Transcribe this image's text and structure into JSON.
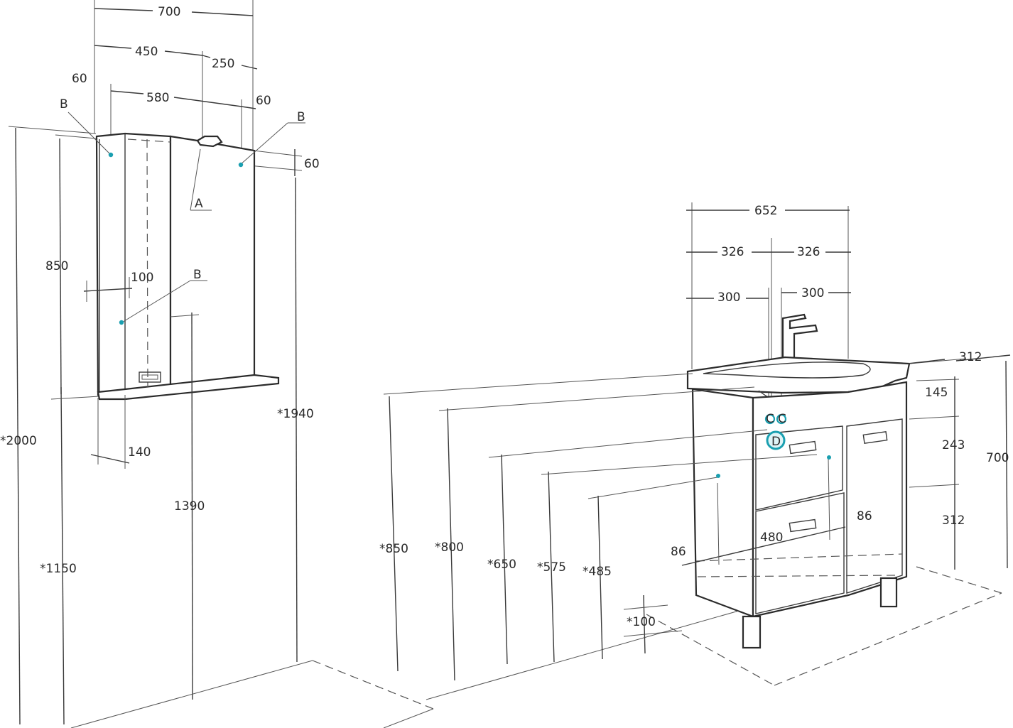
{
  "mirror_cabinet": {
    "dims": {
      "width_total": "700",
      "width_left": "450",
      "width_right": "250",
      "offset_left": "60",
      "offset_right": "60",
      "inner_width": "580",
      "top_offset": "60",
      "height": "850",
      "depth": "100",
      "shelf_depth": "140",
      "mount_height": "*1940",
      "ceiling_height": "*2000",
      "bottom_height": "*1150",
      "socket_height": "1390"
    },
    "callouts": {
      "a": "A",
      "b1": "B",
      "b2": "B",
      "b3": "B"
    }
  },
  "vanity": {
    "dims": {
      "width": "652",
      "half_left": "326",
      "half_right": "326",
      "tap_left": "300",
      "tap_right": "300",
      "depth": "312",
      "bowl": "145",
      "drawer_zone": "243",
      "lower_zone": "312",
      "height": "700",
      "h850": "*850",
      "h800": "*800",
      "h650": "*650",
      "h575": "*575",
      "h485": "*485",
      "leg": "*100",
      "offset_left": "86",
      "offset_right": "86",
      "drawer_span": "480"
    },
    "callouts": {
      "c1": "C",
      "c2": "C",
      "d": "D"
    }
  },
  "colors": {
    "marker": "#1a9fb0",
    "line": "#3a3a3a"
  }
}
